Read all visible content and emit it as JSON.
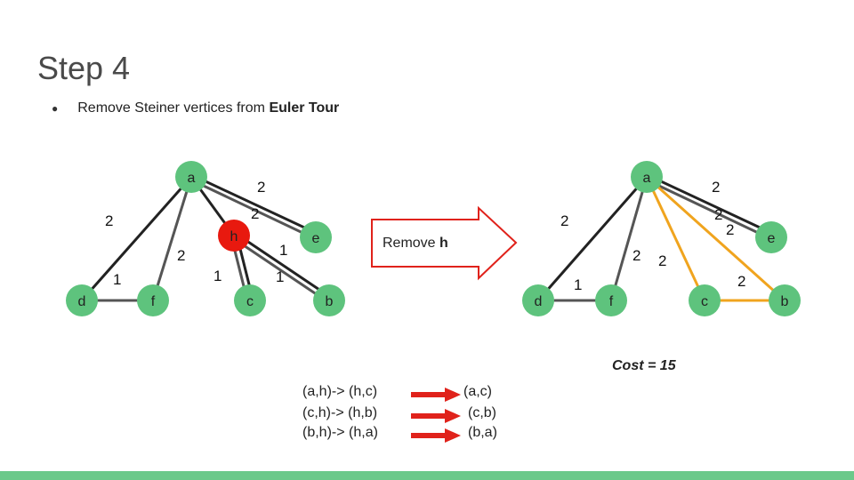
{
  "slide": {
    "title": "Step 4",
    "bullet": {
      "prefix": "Remove Steiner vertices from ",
      "bold": "Euler Tour"
    }
  },
  "colors": {
    "node_fill": "#5ec37d",
    "steiner_fill": "#e8190f",
    "edge_black": "#222222",
    "edge_gray": "#555555",
    "edge_orange": "#f0a41e",
    "arrow_stroke": "#e0221b",
    "bar": "#6bc98a"
  },
  "arrow": {
    "label_prefix": "Remove ",
    "label_bold": "h"
  },
  "left_graph": {
    "nodes": [
      {
        "id": "a",
        "label": "a"
      },
      {
        "id": "h",
        "label": "h",
        "steiner": true
      },
      {
        "id": "e",
        "label": "e"
      },
      {
        "id": "d",
        "label": "d"
      },
      {
        "id": "f",
        "label": "f"
      },
      {
        "id": "c",
        "label": "c"
      },
      {
        "id": "b",
        "label": "b"
      }
    ],
    "edge_labels": [
      "2",
      "2",
      "2",
      "2",
      "1",
      "1",
      "1",
      "1"
    ]
  },
  "right_graph": {
    "nodes": [
      {
        "id": "a",
        "label": "a"
      },
      {
        "id": "e",
        "label": "e"
      },
      {
        "id": "d",
        "label": "d"
      },
      {
        "id": "f",
        "label": "f"
      },
      {
        "id": "c",
        "label": "c"
      },
      {
        "id": "b",
        "label": "b"
      }
    ],
    "edge_labels": [
      "2",
      "2",
      "2",
      "2",
      "2",
      "2",
      "1",
      "2"
    ]
  },
  "cost": "Cost = 15",
  "mapping": [
    {
      "from": "(a,h)-> (h,c)",
      "to": "(a,c)"
    },
    {
      "from": "(c,h)-> (h,b)",
      "to": "(c,b)"
    },
    {
      "from": "(b,h)-> (h,a)",
      "to": "(b,a)"
    }
  ]
}
